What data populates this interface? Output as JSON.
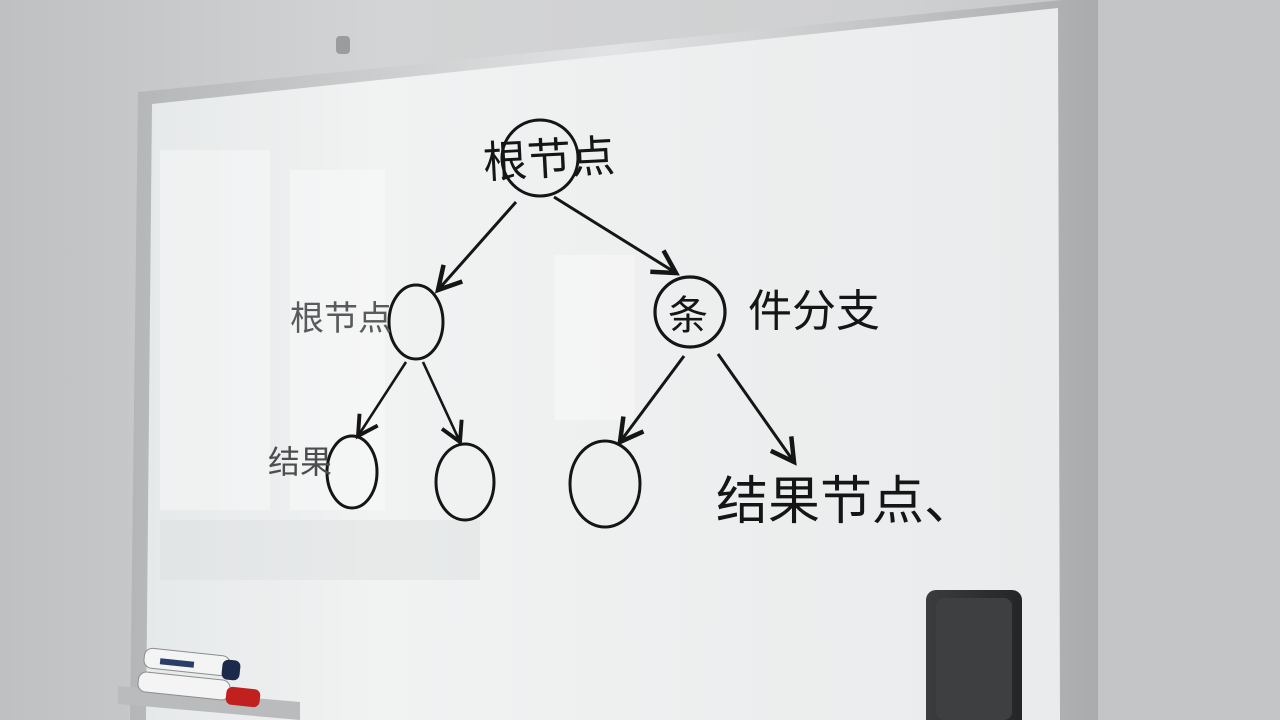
{
  "whiteboard": {
    "labels": {
      "root": "根节点",
      "left_node": "根节点",
      "left_result": "结果",
      "condition_char": "条",
      "condition_rest": "件分支",
      "result_node": "结果节点、"
    }
  },
  "colors": {
    "ink": "#151515",
    "faded_ink": "#585a5c",
    "board": "#eef0f0",
    "frame": "#c4c6c8",
    "wall": "#cfd0d1",
    "eraser": "#2f3133"
  }
}
